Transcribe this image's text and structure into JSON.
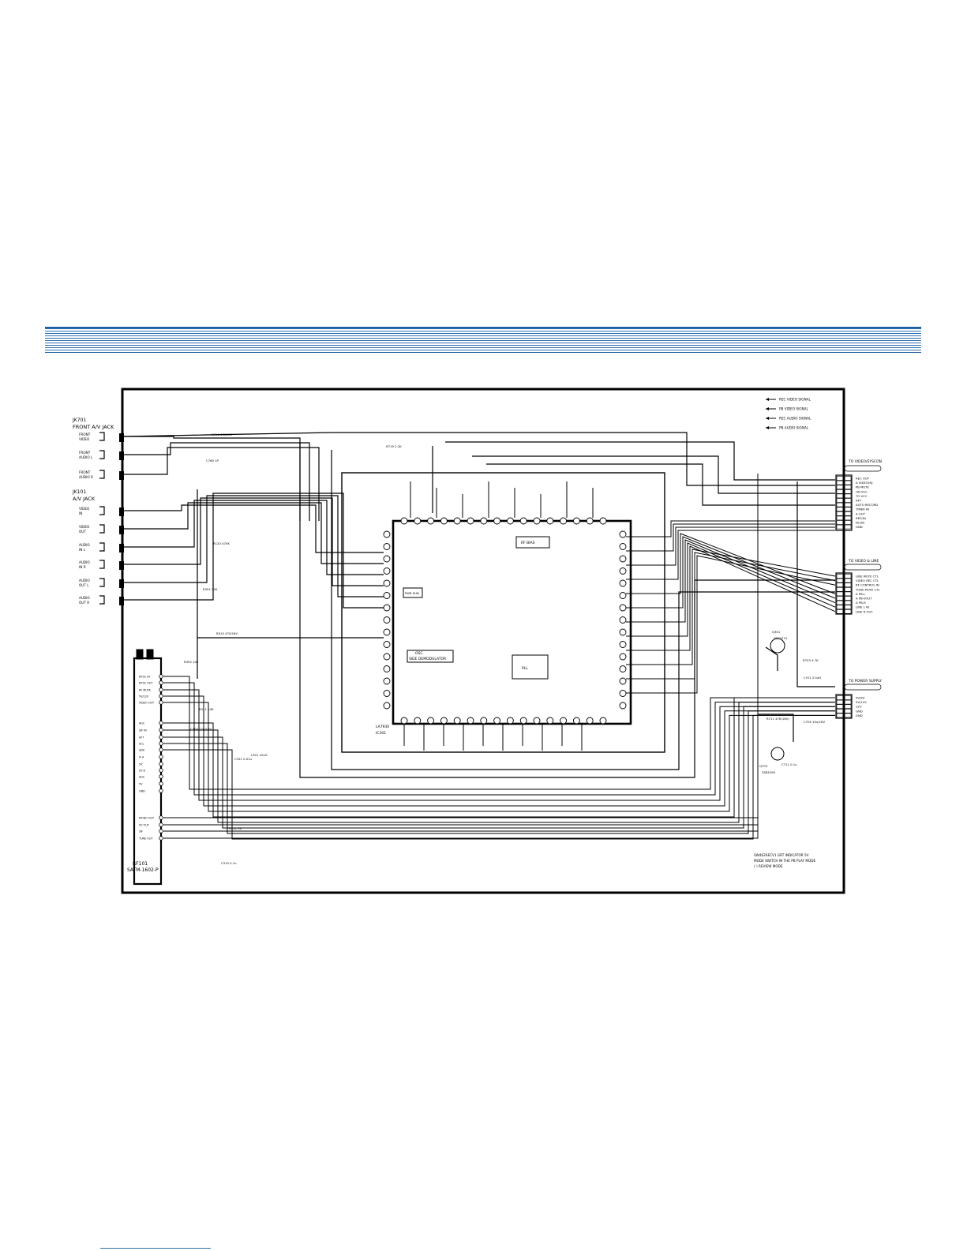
{
  "front_jack": {
    "ref": "JK701",
    "title": "FRONT A/V JACK",
    "pins": [
      {
        "l1": "FRONT",
        "l2": "VIDEO"
      },
      {
        "l1": "FRONT",
        "l2": "AUDIO L"
      },
      {
        "l1": "FRONT",
        "l2": "AUDIO R"
      }
    ]
  },
  "av_jack": {
    "ref": "JK101",
    "title": "A/V JACK",
    "pins": [
      {
        "l1": "VIDEO",
        "l2": "IN"
      },
      {
        "l1": "VIDEO",
        "l2": "OUT"
      },
      {
        "l1": "AUDIO",
        "l2": "IN L"
      },
      {
        "l1": "AUDIO",
        "l2": "IN R"
      },
      {
        "l1": "AUDIO",
        "l2": "OUT L"
      },
      {
        "l1": "AUDIO",
        "l2": "OUT R"
      }
    ]
  },
  "legend": [
    "REC VIDEO SIGNAL",
    "PB VIDEO SIGNAL",
    "REC AUDIO SIGNAL",
    "PB AUDIO SIGNAL"
  ],
  "connector_video": {
    "title": "TO VIDEO/SYSCON",
    "pins": [
      "REC OUT",
      "A VIDEO(N)",
      "PB MUTE",
      "ON VCC",
      "TO VCC",
      "AFT",
      "AUTO RECORD",
      "TIMER IN",
      "A OUT",
      "REF(N)",
      "NC(N)",
      "GND"
    ]
  },
  "connector_audio": {
    "title": "TO VIDEO & LINE",
    "pins": [
      "LINE MUTE CTL",
      "VIDEO REC CTL",
      "RF CONTROL IN",
      "TUNE MUTE CTL",
      "A PB-L",
      "A PB-VOUT",
      "A PB-R",
      "LINE L IN",
      "LINE R OUT"
    ]
  },
  "connector_power": {
    "title": "TO POWER SUPPLY",
    "pins": [
      "5V/9V",
      "5V/12V",
      "12V",
      "GND",
      "GND"
    ]
  },
  "ic": {
    "ref": "IC301",
    "name": "LA7930",
    "block_a": "PWR SUB",
    "block_b": "RF BIAS",
    "block_c": "SIDE DEMODULATOR",
    "block_d": "OSC",
    "block_e": "PLL"
  },
  "tuner": {
    "ref": "RF101",
    "part": "SATM-1602-P",
    "pins": [
      "NTSC IN",
      "NTSC OUT",
      "RF MUTE",
      "5V/12V",
      "VIDEO OUT",
      "AGC",
      "SIF IN",
      "AFT",
      "SCL",
      "SDA",
      "IF A",
      "5V",
      "5V B",
      "AGC",
      "5V",
      "GND",
      "MONO OUT",
      "5V OUT",
      "SIF",
      "TUNE OUT"
    ]
  },
  "components": {
    "r_front": "R740  47K/1W",
    "c_front": "C760  1P",
    "r_top": "R719  2.2K",
    "r_main": "R510  470/16V",
    "r_out": "R511  10K",
    "r_left": "R301  22K",
    "r_bias": "R120  470K",
    "r_pll": "R302  10K",
    "c_tuner": "C304  22u/16V",
    "l_coil": "L301  10uH",
    "c_tuner2": "C321  0.01u",
    "r_ant": "R312  1K",
    "c_ant": "C315  0.1u",
    "q_right": "Q301",
    "q_right_part": "2SC2274",
    "r_right": "R703  4.7K",
    "c_right": "C705  10u/16V",
    "l_right": "L701  3.3uH",
    "q_bottom": "Q703",
    "q_bottom_part": "2SB1590",
    "r_bottom": "R711  47K(16V)",
    "c_bottom": "C711  0.1u"
  },
  "notes": [
    "SW462SECV1 GRT INDICATOR 5V",
    "MODE SWITCH IN THE PB PLAY MODE",
    "( ) REVIEW MODE"
  ]
}
